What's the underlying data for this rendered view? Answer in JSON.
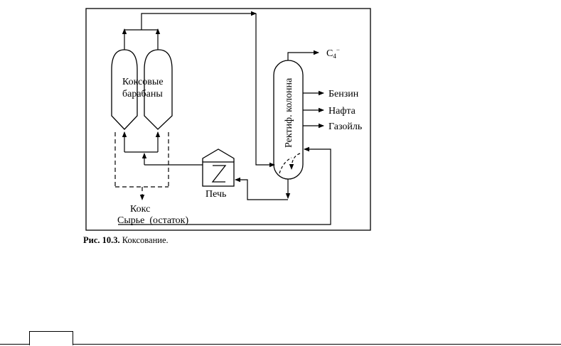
{
  "diagram": {
    "drums_label_line1": "Коксовые",
    "drums_label_line2": "барабаны",
    "column_label": "Ректиф. колонна",
    "furnace_label": "Печь",
    "coke_label": "Кокс",
    "feed_label": "Сырье  (остаток)",
    "products": {
      "c4_main": "C",
      "c4_sub": "4",
      "c4_sup": "−",
      "gasoline": "Бензин",
      "naphtha": "Нафта",
      "gasoil": "Газойль"
    }
  },
  "caption": {
    "label": "Рис. 10.3.",
    "text": " Коксование."
  }
}
